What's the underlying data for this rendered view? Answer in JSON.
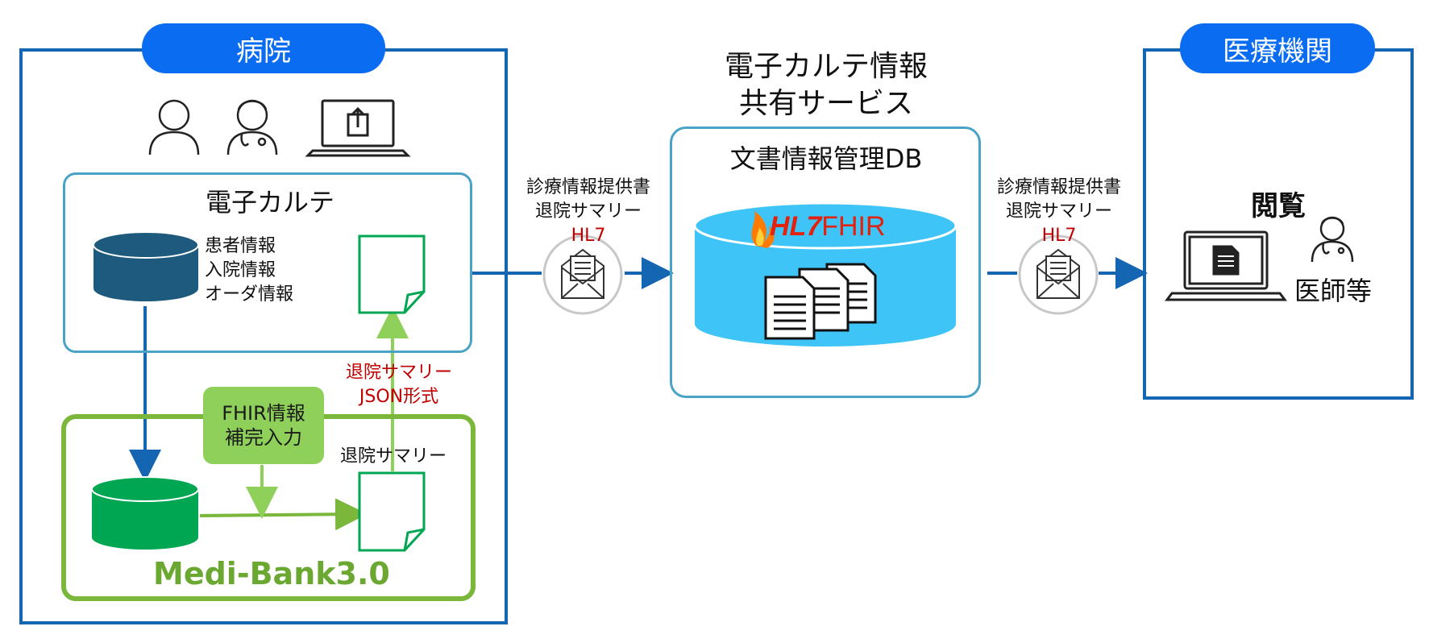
{
  "hospital": {
    "title": "病院",
    "emr_title": "電子カルテ",
    "emr_items": [
      "患者情報",
      "入院情報",
      "オーダ情報"
    ],
    "middleware_name": "Medi-Bank3.0",
    "fhir_input": [
      "FHIR情報",
      "補完入力"
    ],
    "summary_label": "退院サマリー",
    "json_label": [
      "退院サマリー",
      "JSON形式"
    ]
  },
  "service": {
    "title": [
      "電子カルテ情報",
      "共有サービス"
    ],
    "db_title": "文書情報管理DB",
    "logo_text": [
      "HL7",
      "FHIR"
    ]
  },
  "message_left": [
    "診療情報提供書",
    "退院サマリー",
    "HL7"
  ],
  "message_right": [
    "診療情報提供書",
    "退院サマリー",
    "HL7"
  ],
  "institution": {
    "title": "医療機関",
    "view_label": "閲覧",
    "doctor_label": "医師等"
  },
  "colors": {
    "tag_blue": "#0a6cf0",
    "frame_blue": "#1466b3",
    "emr_border": "#4aa3c6",
    "green_border": "#7ab73a",
    "db_dark": "#1e5a7e",
    "db_green": "#00a651",
    "db_cyan": "#3ec4f6",
    "annotation_red": "#c00000"
  }
}
